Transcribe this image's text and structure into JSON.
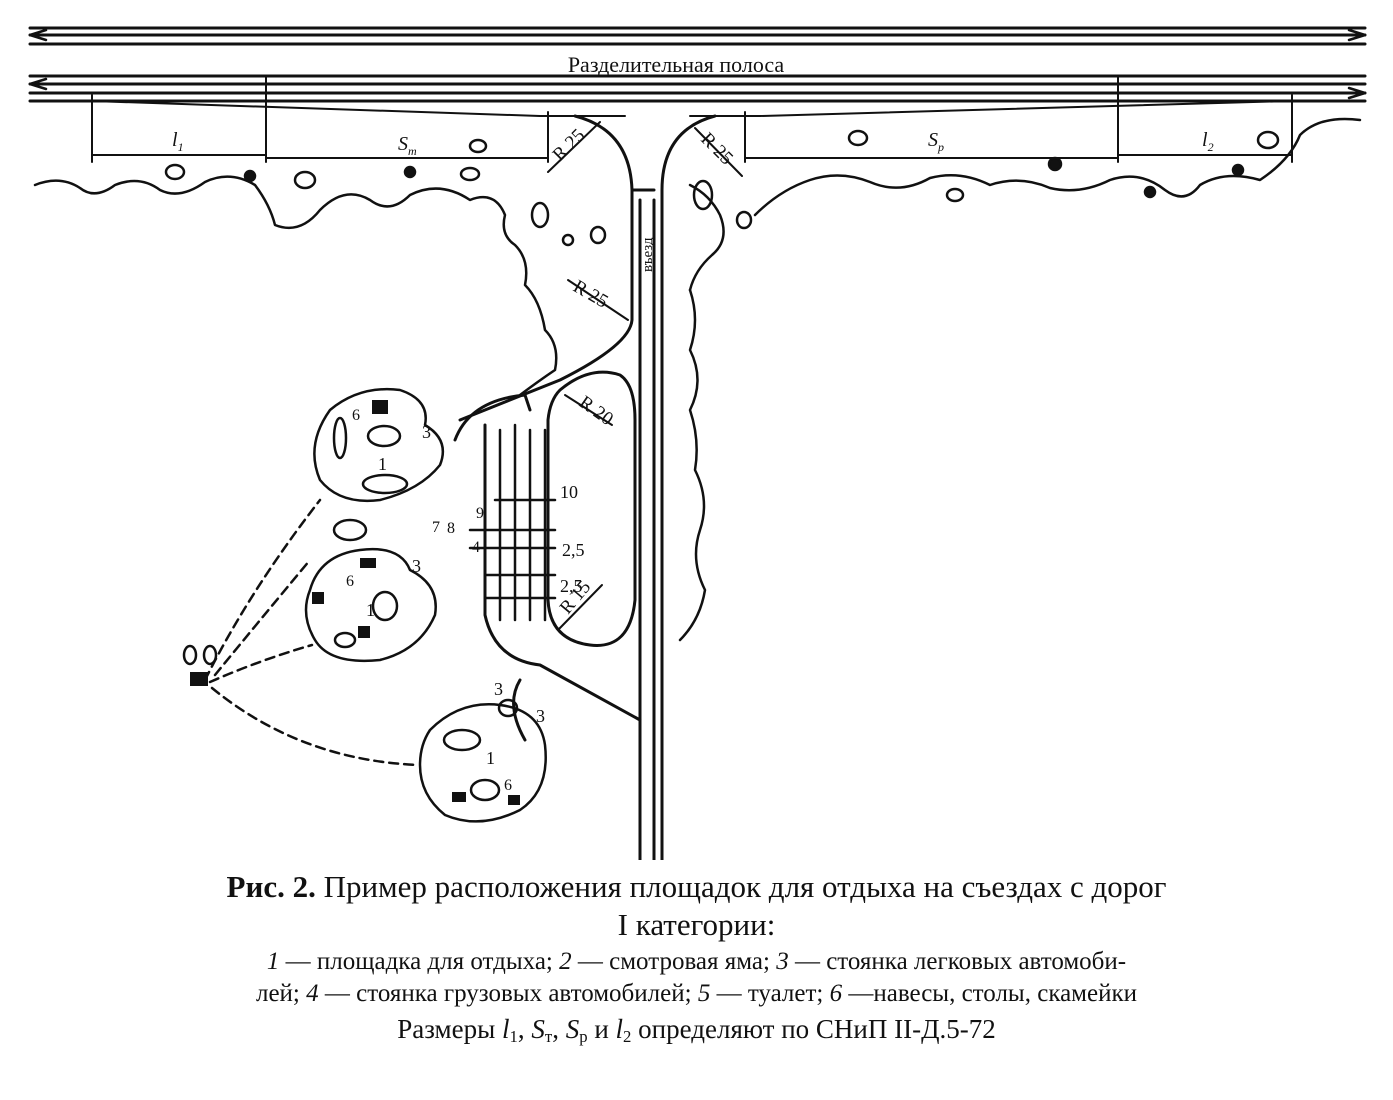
{
  "figure": {
    "median_label": "Разделительная полоса",
    "exit_label": "въезд",
    "dimensions": {
      "l1": "l",
      "l1_sub": "1",
      "st": "S",
      "st_sub": "т",
      "sp": "S",
      "sp_sub": "р",
      "l2": "l",
      "l2_sub": "2"
    },
    "radii": [
      "R 25",
      "R 25",
      "R 25",
      "R 20",
      "R 15"
    ],
    "spacings": [
      "10",
      "2,5",
      "2,5",
      "7",
      "8",
      "9",
      "4"
    ],
    "zone_numbers": [
      "6",
      "3",
      "1",
      "3",
      "6",
      "1",
      "3",
      "3",
      "1",
      "6"
    ]
  },
  "caption": {
    "fig_label": "Рис",
    "fig_label_dot": ".",
    "fig_number": "2.",
    "title_line1": "Пример расположения площадок для отдыха на съездах с дорог",
    "title_line2": "I категории:",
    "legend": [
      {
        "num": "1",
        "text": "— площадка для отдыха;"
      },
      {
        "num": "2",
        "text": "— смотровая яма;"
      },
      {
        "num": "3",
        "text": "— стоянка легковых автомоби-"
      },
      {
        "num": "",
        "text": "лей;"
      },
      {
        "num": "4",
        "text": "— стоянка грузовых автомобилей;"
      },
      {
        "num": "5",
        "text": "— туалет;"
      },
      {
        "num": "6",
        "text": "—навесы, столы, скамейки"
      }
    ],
    "sizes_prefix": "Размеры",
    "sizes_suffix": "определяют по СНиП II-Д.5-72",
    "sizes_and": "и"
  }
}
